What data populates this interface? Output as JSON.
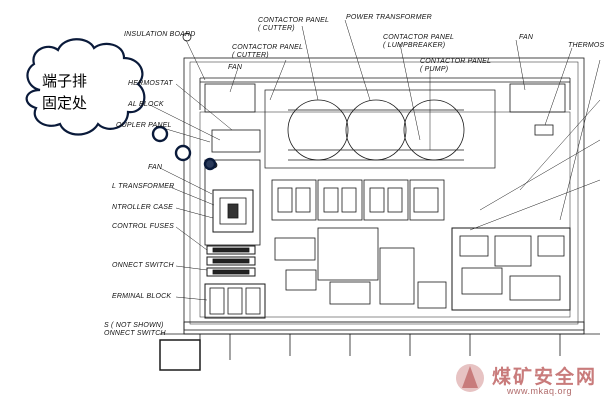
{
  "annotation": {
    "line1": "端子排",
    "line2": "固定处"
  },
  "labels": {
    "insulation_board": "INSULATION BOARD",
    "contactor_cutter_left": "CONTACTOR PANEL\n( CUTTER)",
    "contactor_cutter_top": "CONTACTOR PANEL\n( CUTTER)",
    "power_transformer": "POWER TRANSFORMER",
    "contactor_lumpbreaker": "CONTACTOR PANEL\n( LUMPBREAKER)",
    "contactor_pump": "CONTACTOR PANEL\n( PUMP)",
    "fan_top_left": "FAN",
    "fan_top_right": "FAN",
    "thermostat_right": "THERMOS",
    "thermostat_left": "HERMOSTAT",
    "terminal_block_top": "AL BLOCK",
    "coupler_panel": "OUPLER PANEL",
    "fan_left": "FAN",
    "control_transformer": "L TRANSFORMER",
    "controller_case": "NTROLLER CASE",
    "control_fuses": "CONTROL FUSES",
    "disconnect_switch": "ONNECT SWITCH",
    "terminal_block_bottom": "ERMINAL BLOCK",
    "not_shown": "S ( NOT SHOWN)\nONNECT SWITCH"
  },
  "watermark": {
    "text": "煤矿安全网",
    "url": "www.mkaq.org"
  }
}
